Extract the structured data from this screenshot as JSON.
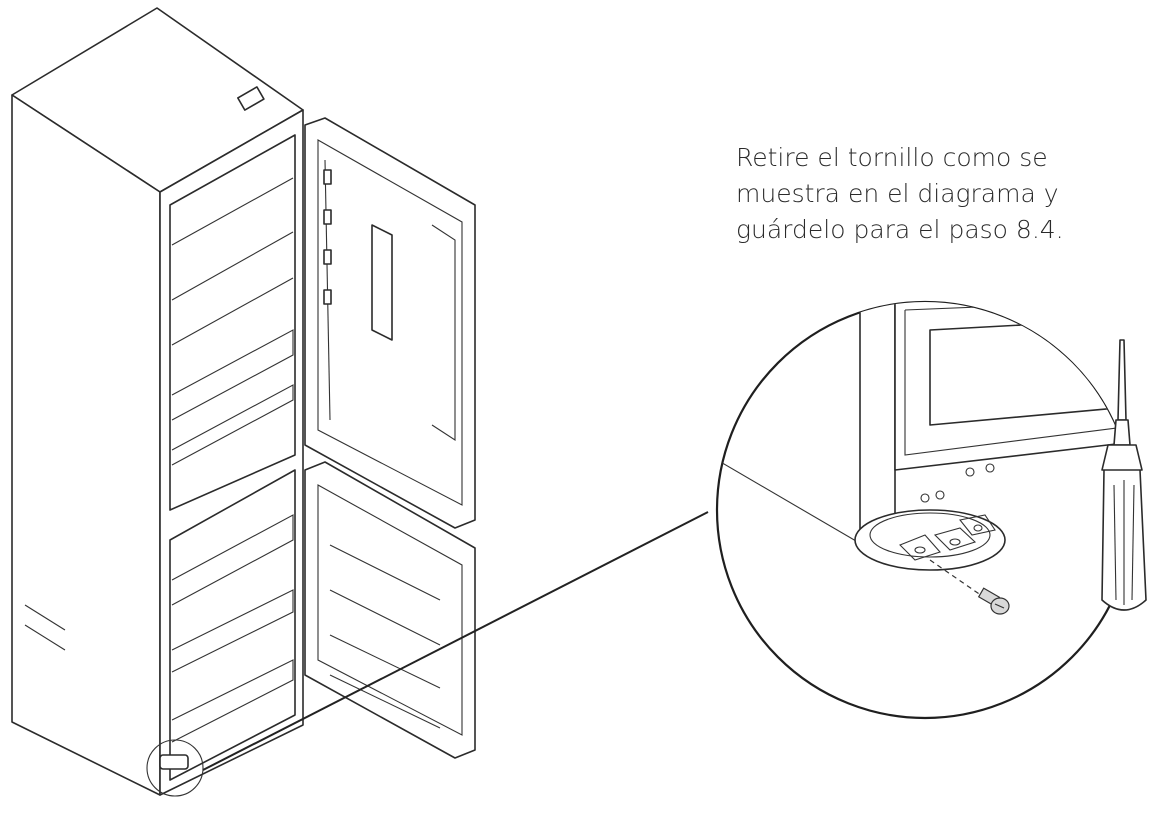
{
  "instruction": {
    "lines": [
      "Retire el tornillo como se",
      "muestra en el diagrama y",
      "guárdelo para el paso 8.4."
    ]
  },
  "icons": {
    "appliance": "refrigerator-illustration",
    "detail": "magnifier-detail-circle",
    "tool": "screwdriver-icon",
    "fastener": "screw-icon"
  },
  "colors": {
    "line": "#2b2b2b",
    "text": "#2a2a2a",
    "background": "#ffffff"
  }
}
